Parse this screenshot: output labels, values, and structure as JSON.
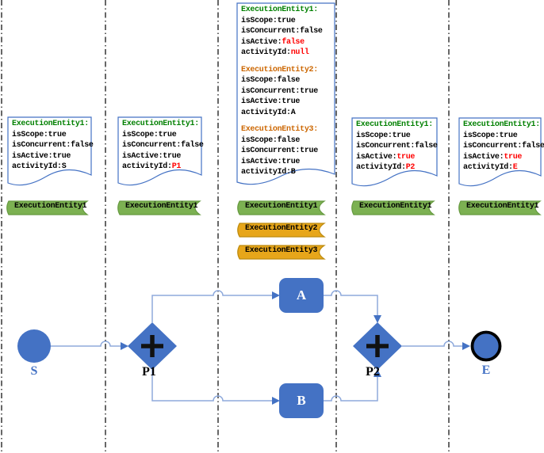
{
  "colors": {
    "shape_blue": "#4472C4",
    "connector_blue": "#8FAADC",
    "arrow_blue": "#4472C4",
    "doc_border_blue": "#4472C4",
    "ribbon_green": "#7CB152",
    "ribbon_green_border": "#669A40",
    "ribbon_gold": "#E7A61A",
    "ribbon_gold_border": "#BD8B0E",
    "header_green": "#008000",
    "header_orange": "#CC6600",
    "value_red": "#FF0000",
    "separator_black": "#262626"
  },
  "docboxes": [
    {
      "entries": [
        {
          "header": "ExecutionEntity1:",
          "lines": [
            {
              "pre": "isScope:true",
              "val": ""
            },
            {
              "pre": "isConcurrent:false",
              "val": ""
            },
            {
              "pre": "isActive:true",
              "val": ""
            },
            {
              "pre": "activityId:S",
              "val": ""
            }
          ]
        }
      ]
    },
    {
      "entries": [
        {
          "header": "ExecutionEntity1:",
          "lines": [
            {
              "pre": "isScope:true",
              "val": ""
            },
            {
              "pre": "isConcurrent:false",
              "val": ""
            },
            {
              "pre": "isActive:true",
              "val": ""
            },
            {
              "pre": "activityId:",
              "val": "P1"
            }
          ]
        }
      ]
    },
    {
      "entries": [
        {
          "header": "ExecutionEntity1:",
          "lines": [
            {
              "pre": "isScope:true",
              "val": ""
            },
            {
              "pre": "isConcurrent:false",
              "val": ""
            },
            {
              "pre": "isActive:",
              "val": "false"
            },
            {
              "pre": "activityId:",
              "val": "null"
            }
          ]
        },
        {
          "header": "ExecutionEntity2:",
          "lines": [
            {
              "pre": "isScope:false",
              "val": ""
            },
            {
              "pre": "isConcurrent:true",
              "val": ""
            },
            {
              "pre": "isActive:true",
              "val": ""
            },
            {
              "pre": "activityId:A",
              "val": ""
            }
          ]
        },
        {
          "header": "ExecutionEntity3:",
          "lines": [
            {
              "pre": "isScope:false",
              "val": ""
            },
            {
              "pre": "isConcurrent:true",
              "val": ""
            },
            {
              "pre": "isActive:true",
              "val": ""
            },
            {
              "pre": "activityId:B",
              "val": ""
            }
          ]
        }
      ]
    },
    {
      "entries": [
        {
          "header": "ExecutionEntity1:",
          "lines": [
            {
              "pre": "isScope:true",
              "val": ""
            },
            {
              "pre": "isConcurrent:false",
              "val": ""
            },
            {
              "pre": "isActive:",
              "val": "true"
            },
            {
              "pre": "activityId:",
              "val": "P2"
            }
          ]
        }
      ]
    },
    {
      "entries": [
        {
          "header": "ExecutionEntity1:",
          "lines": [
            {
              "pre": "isScope:true",
              "val": ""
            },
            {
              "pre": "isConcurrent:false",
              "val": ""
            },
            {
              "pre": "isActive:",
              "val": "true"
            },
            {
              "pre": "activityId:",
              "val": "E"
            }
          ]
        }
      ]
    }
  ],
  "ribbons": {
    "col1": [
      {
        "label": "ExecutionEntity1"
      }
    ],
    "col2": [
      {
        "label": "ExecutionEntity1"
      }
    ],
    "col3": [
      {
        "label": "ExecutionEntity1"
      },
      {
        "label": "ExecutionEntity2"
      },
      {
        "label": "ExecutionEntity3"
      }
    ],
    "col4": [
      {
        "label": "ExecutionEntity1"
      }
    ],
    "col5": [
      {
        "label": "ExecutionEntity1"
      }
    ]
  },
  "flow": {
    "start_label": "S",
    "gateway1_label": "P1",
    "task_a_label": "A",
    "task_b_label": "B",
    "gateway2_label": "P2",
    "end_label": "E"
  }
}
